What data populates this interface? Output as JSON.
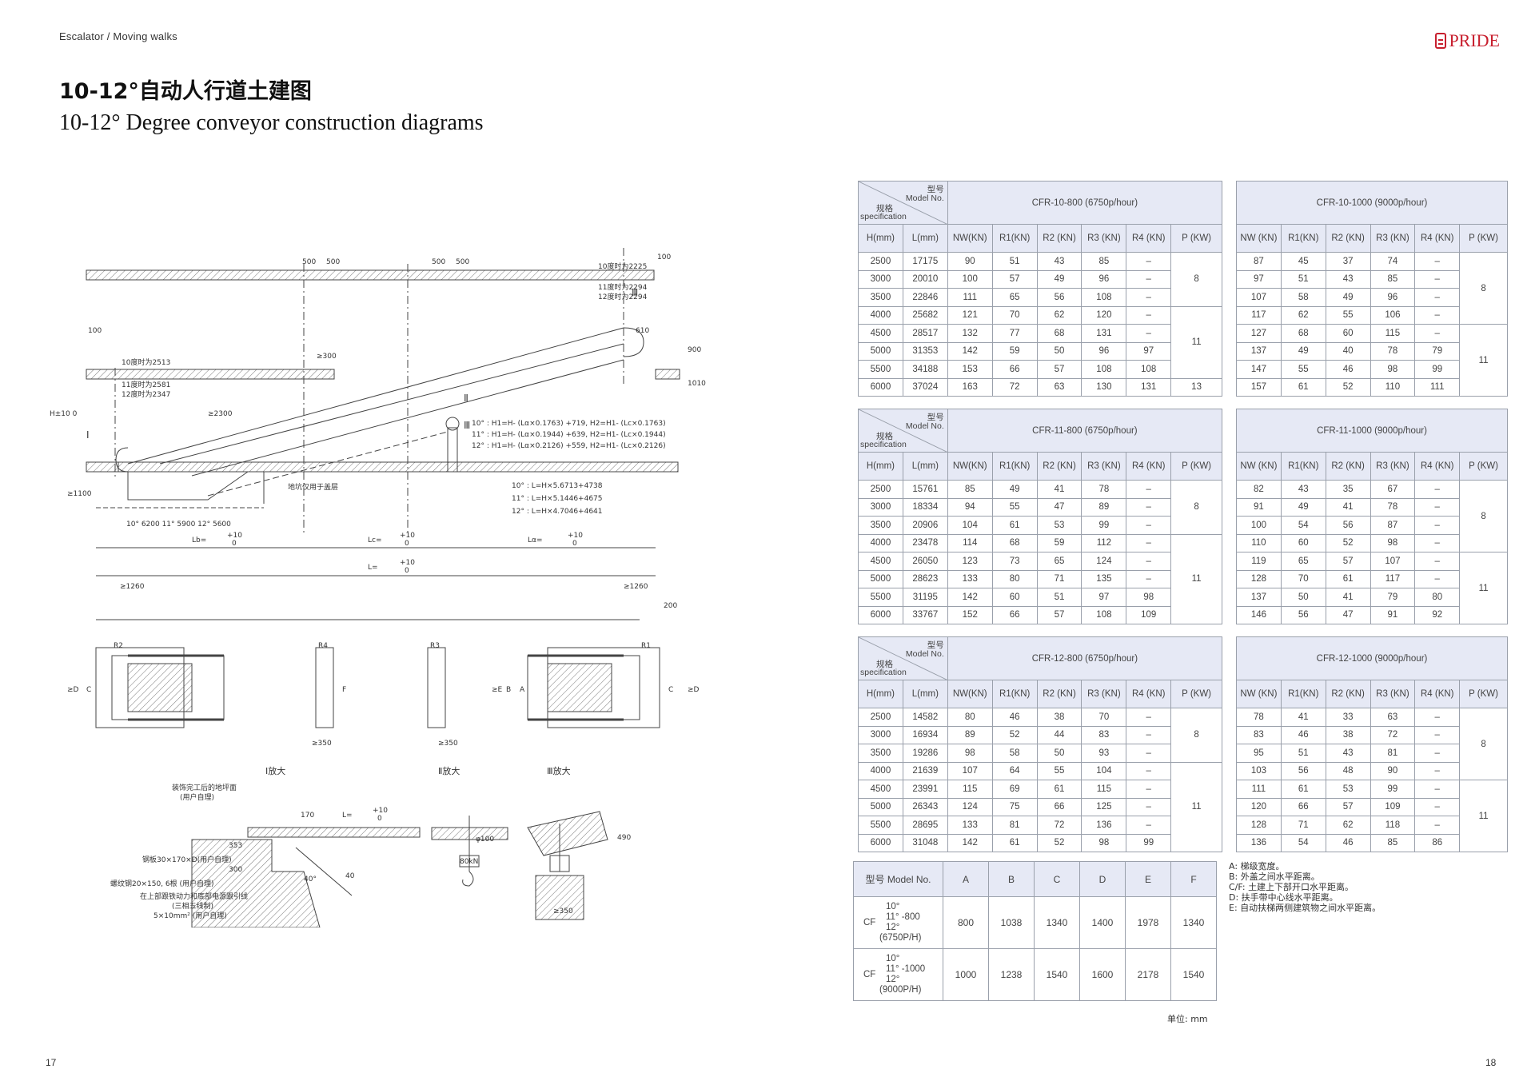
{
  "header": {
    "brand_text": "Escalator / Moving walks",
    "logo_text": "PRIDE"
  },
  "title": {
    "cn": "10-12°自动人行道土建图",
    "en": "10-12° Degree conveyor construction diagrams"
  },
  "pages": {
    "left": "17",
    "right": "18"
  },
  "corner": {
    "cn1": "型号",
    "en1": "Model No.",
    "cn2": "规格",
    "en2": "specification"
  },
  "columns": {
    "h": "H(mm)",
    "l": "L(mm)",
    "nw": "NW(KN)",
    "r1": "R1(KN)",
    "r2": "R2 (KN)",
    "r3": "R3 (KN)",
    "r4": "R4 (KN)",
    "p": "P (KW)",
    "nw_b": "NW (KN)",
    "r3_b": "R3 (KN)",
    "r4_b": "R4 (KN)"
  },
  "tables": [
    {
      "title_a": "CFR-10-800 (6750p/hour)",
      "title_b": "CFR-10-1000 (9000p/hour)",
      "p_a": [
        "8",
        "11",
        "13"
      ],
      "p_b": [
        "8",
        "11"
      ],
      "rows": [
        {
          "h": "2500",
          "l": "17175",
          "a": [
            "90",
            "51",
            "43",
            "85",
            "–"
          ],
          "b": [
            "87",
            "45",
            "37",
            "74",
            "–"
          ]
        },
        {
          "h": "3000",
          "l": "20010",
          "a": [
            "100",
            "57",
            "49",
            "96",
            "–"
          ],
          "b": [
            "97",
            "51",
            "43",
            "85",
            "–"
          ]
        },
        {
          "h": "3500",
          "l": "22846",
          "a": [
            "111",
            "65",
            "56",
            "108",
            "–"
          ],
          "b": [
            "107",
            "58",
            "49",
            "96",
            "–"
          ]
        },
        {
          "h": "4000",
          "l": "25682",
          "a": [
            "121",
            "70",
            "62",
            "120",
            "–"
          ],
          "b": [
            "117",
            "62",
            "55",
            "106",
            "–"
          ]
        },
        {
          "h": "4500",
          "l": "28517",
          "a": [
            "132",
            "77",
            "68",
            "131",
            "–"
          ],
          "b": [
            "127",
            "68",
            "60",
            "115",
            "–"
          ]
        },
        {
          "h": "5000",
          "l": "31353",
          "a": [
            "142",
            "59",
            "50",
            "96",
            "97"
          ],
          "b": [
            "137",
            "49",
            "40",
            "78",
            "79"
          ]
        },
        {
          "h": "5500",
          "l": "34188",
          "a": [
            "153",
            "66",
            "57",
            "108",
            "108"
          ],
          "b": [
            "147",
            "55",
            "46",
            "98",
            "99"
          ]
        },
        {
          "h": "6000",
          "l": "37024",
          "a": [
            "163",
            "72",
            "63",
            "130",
            "131"
          ],
          "b": [
            "157",
            "61",
            "52",
            "110",
            "111"
          ]
        }
      ]
    },
    {
      "title_a": "CFR-11-800 (6750p/hour)",
      "title_b": "CFR-11-1000 (9000p/hour)",
      "p_a": [
        "8",
        "11"
      ],
      "p_b": [
        "8",
        "11"
      ],
      "rows": [
        {
          "h": "2500",
          "l": "15761",
          "a": [
            "85",
            "49",
            "41",
            "78",
            "–"
          ],
          "b": [
            "82",
            "43",
            "35",
            "67",
            "–"
          ]
        },
        {
          "h": "3000",
          "l": "18334",
          "a": [
            "94",
            "55",
            "47",
            "89",
            "–"
          ],
          "b": [
            "91",
            "49",
            "41",
            "78",
            "–"
          ]
        },
        {
          "h": "3500",
          "l": "20906",
          "a": [
            "104",
            "61",
            "53",
            "99",
            "–"
          ],
          "b": [
            "100",
            "54",
            "56",
            "87",
            "–"
          ]
        },
        {
          "h": "4000",
          "l": "23478",
          "a": [
            "114",
            "68",
            "59",
            "112",
            "–"
          ],
          "b": [
            "110",
            "60",
            "52",
            "98",
            "–"
          ]
        },
        {
          "h": "4500",
          "l": "26050",
          "a": [
            "123",
            "73",
            "65",
            "124",
            "–"
          ],
          "b": [
            "119",
            "65",
            "57",
            "107",
            "–"
          ]
        },
        {
          "h": "5000",
          "l": "28623",
          "a": [
            "133",
            "80",
            "71",
            "135",
            "–"
          ],
          "b": [
            "128",
            "70",
            "61",
            "117",
            "–"
          ]
        },
        {
          "h": "5500",
          "l": "31195",
          "a": [
            "142",
            "60",
            "51",
            "97",
            "98"
          ],
          "b": [
            "137",
            "50",
            "41",
            "79",
            "80"
          ]
        },
        {
          "h": "6000",
          "l": "33767",
          "a": [
            "152",
            "66",
            "57",
            "108",
            "109"
          ],
          "b": [
            "146",
            "56",
            "47",
            "91",
            "92"
          ]
        }
      ]
    },
    {
      "title_a": "CFR-12-800 (6750p/hour)",
      "title_b": "CFR-12-1000 (9000p/hour)",
      "p_a": [
        "8",
        "11"
      ],
      "p_b": [
        "8",
        "11"
      ],
      "rows": [
        {
          "h": "2500",
          "l": "14582",
          "a": [
            "80",
            "46",
            "38",
            "70",
            "–"
          ],
          "b": [
            "78",
            "41",
            "33",
            "63",
            "–"
          ]
        },
        {
          "h": "3000",
          "l": "16934",
          "a": [
            "89",
            "52",
            "44",
            "83",
            "–"
          ],
          "b": [
            "83",
            "46",
            "38",
            "72",
            "–"
          ]
        },
        {
          "h": "3500",
          "l": "19286",
          "a": [
            "98",
            "58",
            "50",
            "93",
            "–"
          ],
          "b": [
            "95",
            "51",
            "43",
            "81",
            "–"
          ]
        },
        {
          "h": "4000",
          "l": "21639",
          "a": [
            "107",
            "64",
            "55",
            "104",
            "–"
          ],
          "b": [
            "103",
            "56",
            "48",
            "90",
            "–"
          ]
        },
        {
          "h": "4500",
          "l": "23991",
          "a": [
            "115",
            "69",
            "61",
            "115",
            "–"
          ],
          "b": [
            "111",
            "61",
            "53",
            "99",
            "–"
          ]
        },
        {
          "h": "5000",
          "l": "26343",
          "a": [
            "124",
            "75",
            "66",
            "125",
            "–"
          ],
          "b": [
            "120",
            "66",
            "57",
            "109",
            "–"
          ]
        },
        {
          "h": "5500",
          "l": "28695",
          "a": [
            "133",
            "81",
            "72",
            "136",
            "–"
          ],
          "b": [
            "128",
            "71",
            "62",
            "118",
            "–"
          ]
        },
        {
          "h": "6000",
          "l": "31048",
          "a": [
            "142",
            "61",
            "52",
            "98",
            "99"
          ],
          "b": [
            "136",
            "54",
            "46",
            "85",
            "86"
          ]
        }
      ]
    }
  ],
  "dim_table": {
    "header": [
      "型号  Model No.",
      "A",
      "B",
      "C",
      "D",
      "E",
      "F"
    ],
    "rows": [
      {
        "cf": "CF",
        "angles": [
          "10°",
          "11°  -800",
          "12°",
          "(6750P/H)"
        ],
        "values": [
          "800",
          "1038",
          "1340",
          "1400",
          "1978",
          "1340"
        ]
      },
      {
        "cf": "CF",
        "angles": [
          "10°",
          "11°  -1000",
          "12°",
          "(9000P/H)"
        ],
        "values": [
          "1000",
          "1238",
          "1540",
          "1600",
          "2178",
          "1540"
        ]
      }
    ]
  },
  "notes": [
    "A: 梯级宽度。",
    "B: 外盖之间水平距离。",
    "C/F: 土建上下部开口水平距离。",
    "D: 扶手带中心线水平距离。",
    "E: 自动扶梯两侧建筑物之间水平距离。"
  ],
  "unit_label": "单位: mm",
  "drawing_labels": {
    "top_dims": [
      "500",
      "500",
      "500",
      "500",
      "100"
    ],
    "upper_notes": [
      "10度时为2225",
      "11度时为2294",
      "12度时为2294"
    ],
    "dim_610": "610",
    "dim_900": "900",
    "dim_1010": "1010",
    "dim_100": "100",
    "lower_notes": [
      "10度时为2513",
      "11度时为2581",
      "12度时为2347"
    ],
    "dim_300": "≥300",
    "dim_2300": "≥2300",
    "dim_1100": "≥1100",
    "h_label": "H±10 0",
    "roman": [
      "Ⅰ",
      "Ⅱ",
      "Ⅲ"
    ],
    "formulas_h": [
      "10° : H1=H- (Lα×0.1763) +719, H2=H1- (Lc×0.1763)",
      "11° : H1=H- (Lα×0.1944) +639, H2=H1- (Lc×0.1944)",
      "12° : H1=H- (Lα×0.2126) +559, H2=H1- (Lc×0.2126)"
    ],
    "formulas_l": [
      "10° : L=H×5.6713+4738",
      "11° : L=H×5.1446+4675",
      "12° : L=H×4.7046+4641"
    ],
    "pit_note": "地坑仅用于盖层",
    "pit_dims": "10° 6200  11° 5900  12° 5600",
    "lb": "Lb=",
    "lc": "Lc=",
    "la": "Lα=",
    "l_total": "L=",
    "tol": "+10",
    "tol0": "0",
    "plan_dims": [
      "≥1260",
      "≥1260",
      "200"
    ],
    "plan_letters": [
      "≥D",
      "C",
      "R2",
      "R4",
      "F",
      "R3",
      "≥E",
      "B",
      "A",
      "R1",
      "C",
      "≥D"
    ],
    "plan_bottom": [
      "≥350",
      "≥350"
    ],
    "detail_titles": [
      "Ⅰ放大",
      "Ⅱ放大",
      "Ⅲ放大"
    ],
    "detail_notes": [
      "装饰完工后的地坪面",
      "(用户自理)",
      "钢板30×170×D(用户自理)",
      "螺纹钢20×150, 6根 (用户自理)",
      "在上部跟铁动力和底部电源跟引线",
      "(三相五线制)",
      "5×10mm² (用户自理)"
    ],
    "detail_dims": [
      "170",
      "L=",
      "+10",
      "0",
      "353",
      "300",
      "40",
      "40°",
      "φ100",
      "80kN",
      "490",
      "≥350"
    ]
  }
}
